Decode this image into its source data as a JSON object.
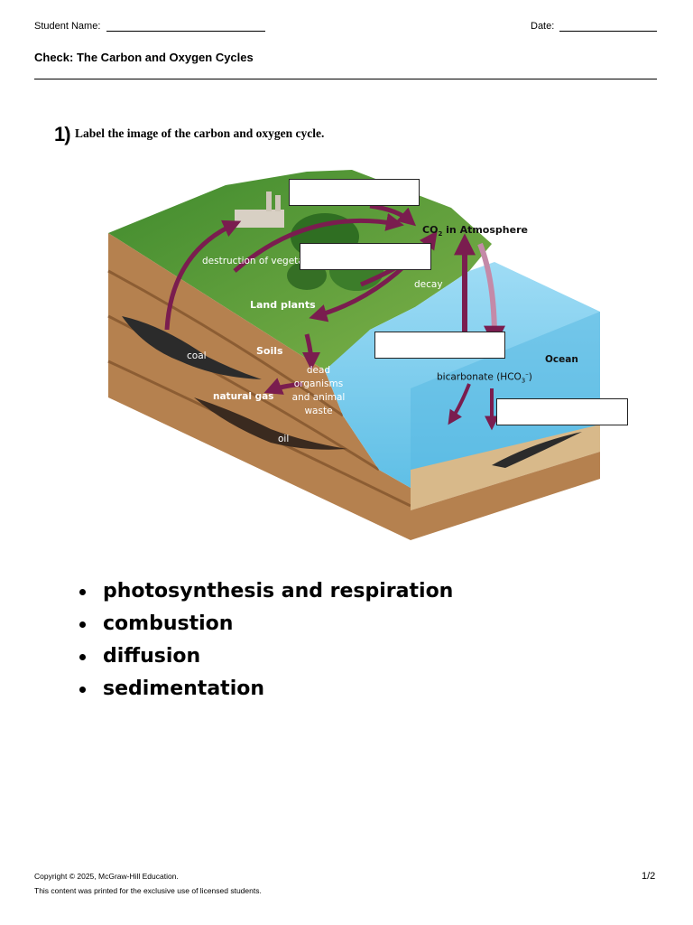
{
  "header": {
    "student_name_label": "Student Name:",
    "date_label": "Date:",
    "title": "Check: The Carbon and Oxygen Cycles"
  },
  "question": {
    "number": "1)",
    "prompt": "Label the image of the carbon and oxygen cycle."
  },
  "diagram": {
    "labels": {
      "co2_prefix": "CO",
      "co2_sub": "2",
      "co2_suffix": " in Atmosphere",
      "destruction": "destruction of vegetat",
      "decay": "decay",
      "land_plants": "Land plants",
      "soils": "Soils",
      "coal": "coal",
      "natural_gas": "natural gas",
      "oil": "oil",
      "dead_1": "dead",
      "dead_2": "organisms",
      "dead_3": "and animal",
      "dead_4": "waste",
      "ocean": "Ocean",
      "bicarb_prefix": "bicarbonate (HCO",
      "bicarb_sub": "3",
      "bicarb_sup": "–",
      "bicarb_suffix": ")"
    },
    "blank_boxes": 4
  },
  "word_bank": [
    "photosynthesis and respiration",
    "combustion",
    "diffusion",
    "sedimentation"
  ],
  "footer": {
    "copyright": "Copyright © 2025, McGraw-Hill Education.",
    "notice": "This content was printed for the exclusive use of licensed students.",
    "page": "1/2"
  },
  "colors": {
    "arrow": "#7a1d4f",
    "grass": "#4f9a3a",
    "soil": "#b07a4c",
    "ocean": "#7fd0ef"
  }
}
